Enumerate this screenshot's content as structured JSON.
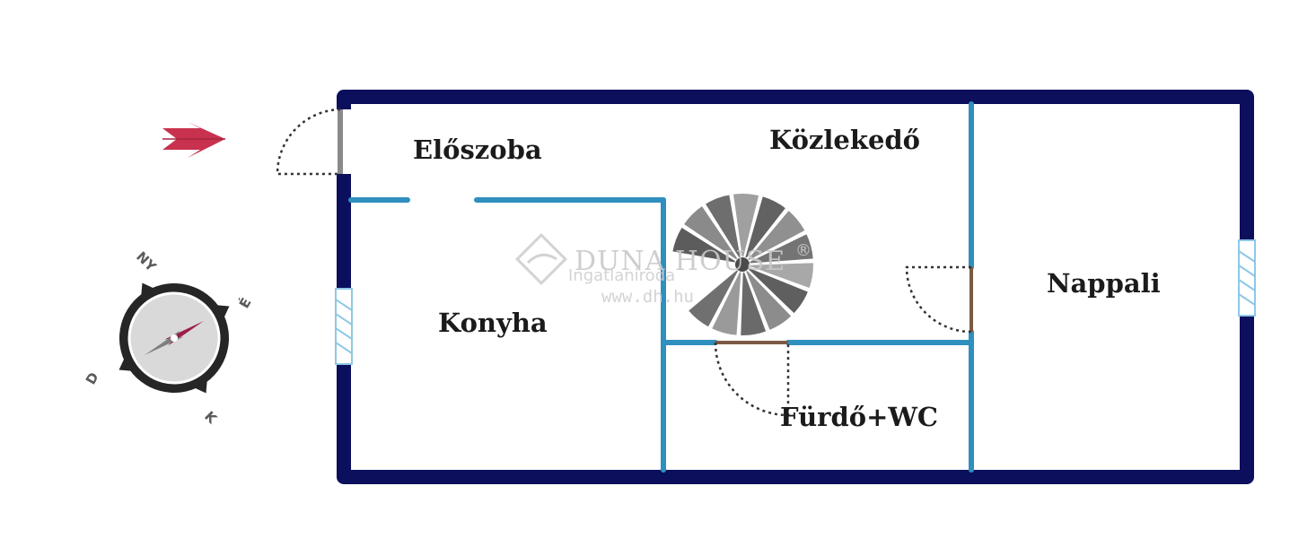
{
  "rooms": {
    "eloszoba": "Előszoba",
    "kozlekedo": "Közlekedő",
    "nappali": "Nappali",
    "konyha": "Konyha",
    "furdo": "Fürdő+WC"
  },
  "compass": {
    "north_west": "NY",
    "east": "É",
    "south": "D",
    "south_east": "K"
  },
  "watermark": {
    "brand": "DUNA HOUSE",
    "registered": "®",
    "subtitle": "Ingatlaniroda",
    "url": "www.dh.hu"
  },
  "colors": {
    "outer_wall": "#0b0f5c",
    "inner_wall": "#2f8fbf",
    "entrance_arrow": "#c8324e",
    "door_swing": "#333333",
    "window": "#8ec8e6",
    "stair": "#7a7a7a"
  },
  "icons": {
    "entrance": "arrow-right-icon",
    "compass": "compass-icon",
    "stairs": "spiral-staircase-icon"
  }
}
